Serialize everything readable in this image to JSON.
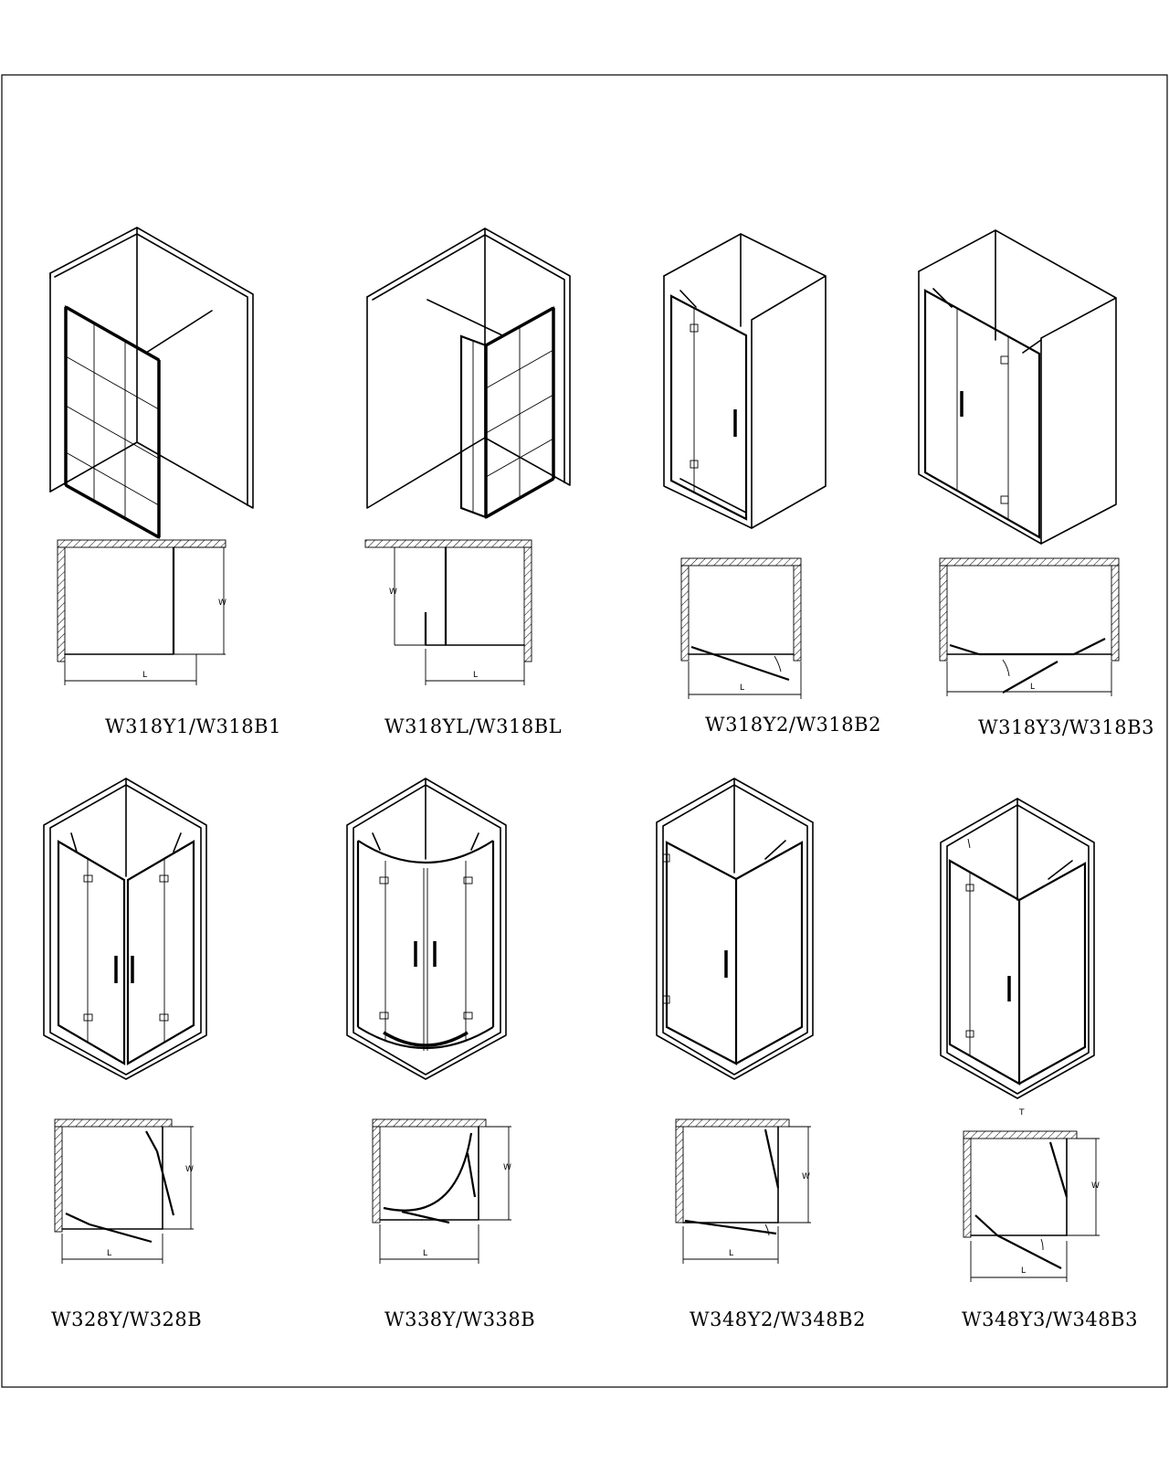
{
  "dimension_labels": {
    "length": "L",
    "width": "W",
    "mark": "T"
  },
  "models": [
    {
      "code": "W318Y1/W318B1"
    },
    {
      "code": "W318YL/W318BL"
    },
    {
      "code": "W318Y2/W318B2"
    },
    {
      "code": "W318Y3/W318B3"
    },
    {
      "code": "W328Y/W328B"
    },
    {
      "code": "W338Y/W338B"
    },
    {
      "code": "W348Y2/W348B2"
    },
    {
      "code": "W348Y3/W348B3"
    }
  ]
}
